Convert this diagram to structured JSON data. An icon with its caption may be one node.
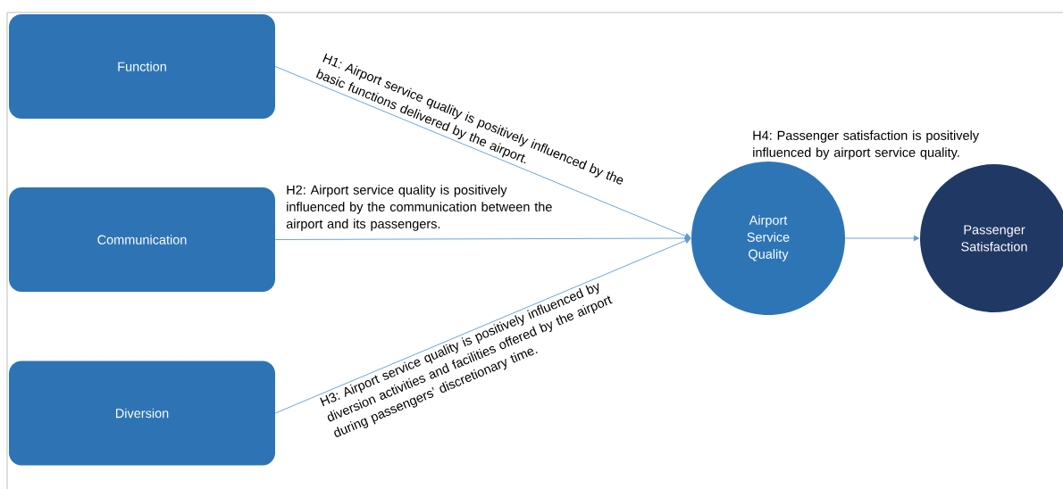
{
  "diagram": {
    "nodes": [
      {
        "text": [
          "Function"
        ]
      },
      {
        "text": [
          "Communication"
        ]
      },
      {
        "text": [
          "Diversion"
        ]
      },
      {
        "text": [
          "Airport Service Quality"
        ]
      },
      {
        "text": [
          "Passenger Satisfaction"
        ]
      }
    ],
    "edges": [
      {
        "from": 0,
        "to": 3,
        "arrow": "to",
        "label": "H1: Airport service quality is positively influenced by the basic functions delivered by the airport."
      },
      {
        "from": 1,
        "to": 3,
        "arrow": "to",
        "label": "H2: Airport service quality is positively influenced by the communication between the airport and its passengers."
      },
      {
        "from": 2,
        "to": 3,
        "arrow": "to",
        "label": "H3: Airport service quality is positively influenced by diversion activities and facilities offered by the airport during passengers’ discretionary time."
      },
      {
        "from": 3,
        "to": 4,
        "arrow": "to"
      }
    ],
    "labels": [
      "H4: Passenger satisfaction is positively influenced by airport service quality."
    ]
  }
}
